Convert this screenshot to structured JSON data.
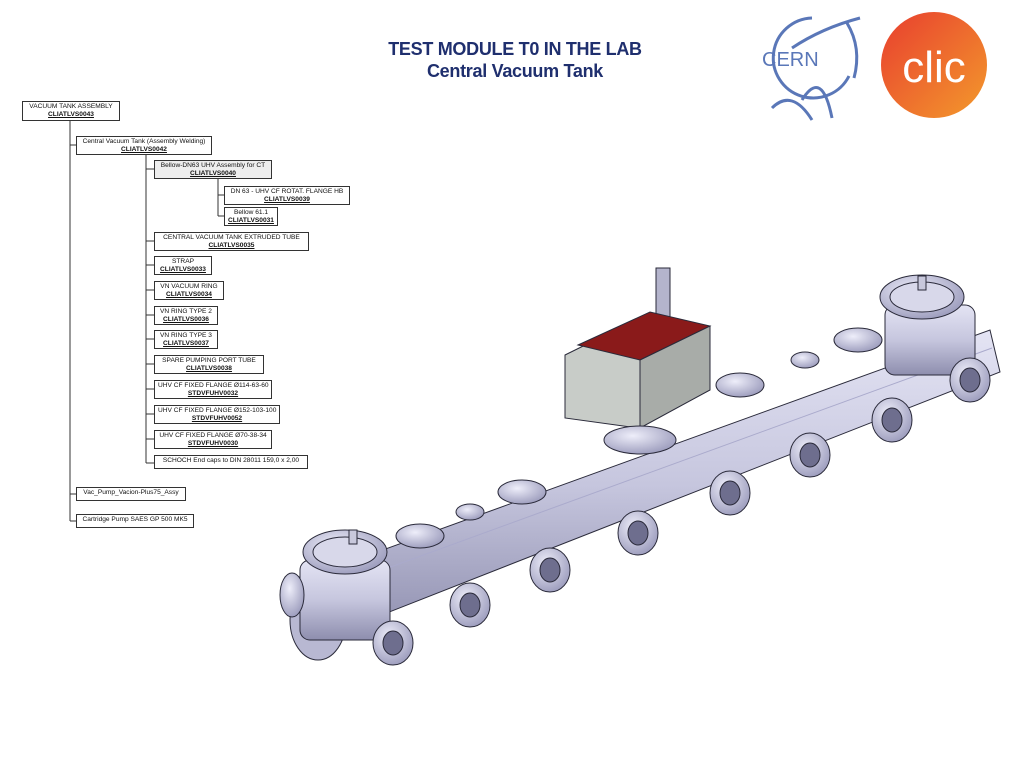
{
  "header": {
    "line1": "TEST MODULE T0 IN THE LAB",
    "line2": "Central Vacuum Tank"
  },
  "logos": {
    "cern": "CERN",
    "clic": "clic",
    "cern_color": "#5a77b8",
    "clic_gradient": [
      "#e83e2f",
      "#f39a2c"
    ]
  },
  "tree": [
    {
      "name": "VACUUM TANK ASSEMBLY",
      "code": "CLIATLVS0043"
    },
    {
      "name": "Central Vacuum Tank (Assembly Welding)",
      "code": "CLIATLVS0042"
    },
    {
      "name": "Bellow-DN63 UHV Assembly for CT",
      "code": "CLIATLVS0040"
    },
    {
      "name": "DN 63 - UHV CF ROTAT. FLANGE HB",
      "code": "CLIATLVS0039"
    },
    {
      "name": "Bellow 61.1",
      "code": "CLIATLVS0031"
    },
    {
      "name": "CENTRAL VACUUM TANK EXTRUDED TUBE",
      "code": "CLIATLVS0035"
    },
    {
      "name": "STRAP",
      "code": "CLIATLVS0033"
    },
    {
      "name": "VN VACUUM RING",
      "code": "CLIATLVS0034"
    },
    {
      "name": "VN RING TYPE 2",
      "code": "CLIATLVS0036"
    },
    {
      "name": "VN RING TYPE 3",
      "code": "CLIATLVS0037"
    },
    {
      "name": "SPARE PUMPING PORT TUBE",
      "code": "CLIATLVS0038"
    },
    {
      "name": "UHV CF FIXED FLANGE Ø114-63-60",
      "code": "STDVFUHV0032"
    },
    {
      "name": "UHV CF FIXED FLANGE Ø152-103-100",
      "code": "STDVFUHV0052"
    },
    {
      "name": "UHV CF FIXED FLANGE Ø70-38-34",
      "code": "STDVFUHV0030"
    },
    {
      "name": "SCHOCH End caps to DIN 28011 159,0 x 2,00",
      "code": ""
    },
    {
      "name": "Vac_Pump_Vacion-Plus75_Assy",
      "code": ""
    },
    {
      "name": "Cartridge Pump SAES GP 500 MK5",
      "code": ""
    }
  ]
}
